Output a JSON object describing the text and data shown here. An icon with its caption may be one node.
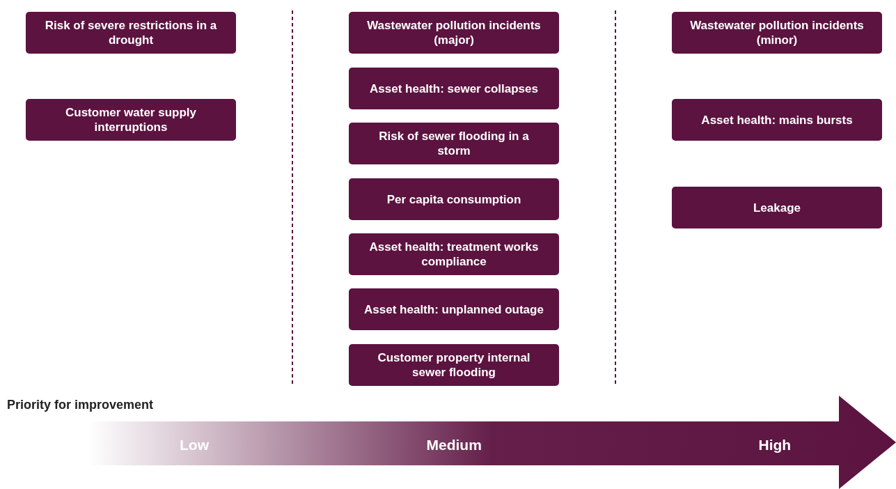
{
  "diagram": {
    "nodes": [
      {
        "text": [
          "Risk of severe restrictions in a drought"
        ]
      },
      {
        "text": [
          "Customer water supply interruptions"
        ]
      },
      {
        "text": [
          "Wastewater pollution incidents (major)"
        ]
      },
      {
        "text": [
          "Asset health: sewer collapses"
        ]
      },
      {
        "text": [
          "Risk of sewer flooding in a storm"
        ]
      },
      {
        "text": [
          "Per capita consumption"
        ]
      },
      {
        "text": [
          "Asset health: treatment works compliance"
        ]
      },
      {
        "text": [
          "Asset health: unplanned outage"
        ]
      },
      {
        "text": [
          "Customer property internal sewer flooding"
        ]
      },
      {
        "text": [
          "Wastewater pollution incidents (minor)"
        ]
      },
      {
        "text": [
          "Asset health: mains bursts"
        ]
      },
      {
        "text": [
          "Leakage"
        ]
      }
    ],
    "edges": [],
    "labels": [
      "Priority for improvement",
      "Low",
      "Medium",
      "High"
    ]
  }
}
